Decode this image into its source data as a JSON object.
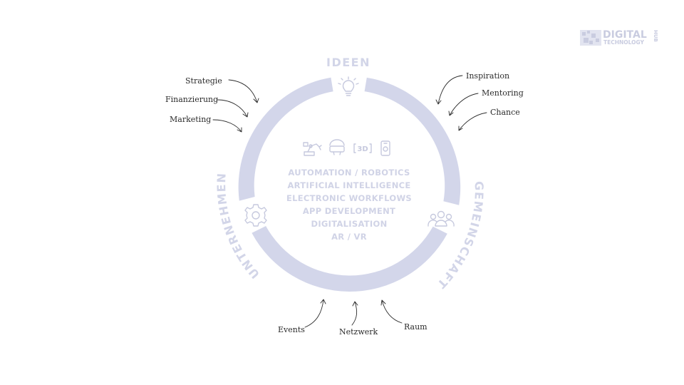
{
  "logo": {
    "word1": "DIGITAL",
    "word2": "TECHNOLOGY",
    "word3": "HUB"
  },
  "sectors": {
    "top": "IDEEN",
    "right": "GEMEINSCHAFT",
    "left": "UNTERNEHMEN"
  },
  "center_lines": [
    "AUTOMATION / ROBOTICS",
    "ARTIFICIAL INTELLIGENCE",
    "ELECTRONIC WORKFLOWS",
    "APP DEVELOPMENT",
    "DIGITALISATION",
    "AR / VR"
  ],
  "center_icons": [
    "robot-arm-icon",
    "vr-headset-icon",
    "3d-icon",
    "smartphone-icon"
  ],
  "sector_icons": {
    "top": "lightbulb-icon",
    "right": "people-icon",
    "left": "gear-icon"
  },
  "annotations": {
    "left": [
      "Strategie",
      "Finanzierung",
      "Marketing"
    ],
    "right": [
      "Inspiration",
      "Mentoring",
      "Chance"
    ],
    "bottom": [
      "Events",
      "Netzwerk",
      "Raum"
    ]
  },
  "colors": {
    "ring": "#d3d6ea",
    "text_light": "#d0d3e6",
    "annotation": "#2b2b2b",
    "background": "#ffffff"
  }
}
